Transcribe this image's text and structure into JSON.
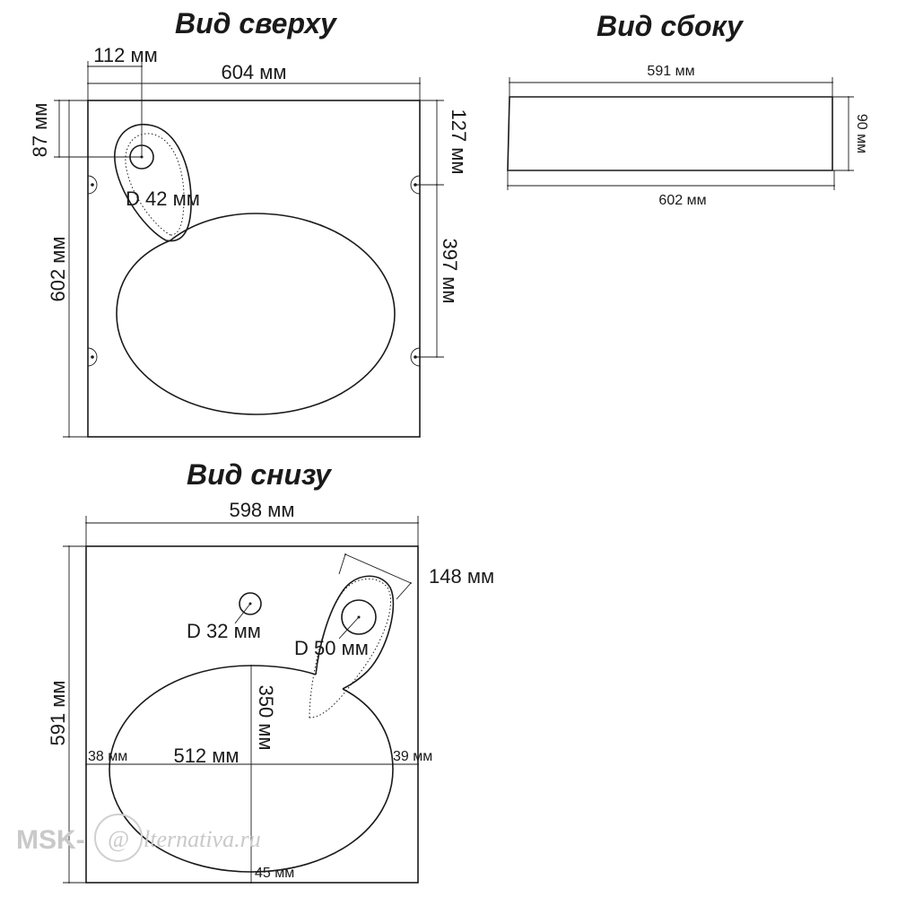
{
  "views": {
    "top": {
      "title": "Вид сверху",
      "dims": {
        "offset_x": "112 мм",
        "width": "604 мм",
        "offset_y": "87 мм",
        "right_top": "127 мм",
        "right_span": "397 мм",
        "height": "602 мм",
        "hole": "D 42 мм"
      }
    },
    "side": {
      "title": "Вид сбоку",
      "dims": {
        "top_width": "591 мм",
        "bottom_width": "602 мм",
        "height": "90 мм"
      }
    },
    "bottom": {
      "title": "Вид снизу",
      "dims": {
        "width": "598 мм",
        "height": "591 мм",
        "tap_width": "148 мм",
        "small_hole": "D 32 мм",
        "tap_hole": "D 50 мм",
        "bowl_depth": "350 мм",
        "left_margin": "38 мм",
        "bowl_width": "512 мм",
        "right_margin": "39 мм",
        "bottom_margin": "45 мм"
      }
    }
  },
  "watermark": {
    "prefix": "MSK-",
    "logo_letter": "@",
    "suffix": "lternativa.ru"
  }
}
